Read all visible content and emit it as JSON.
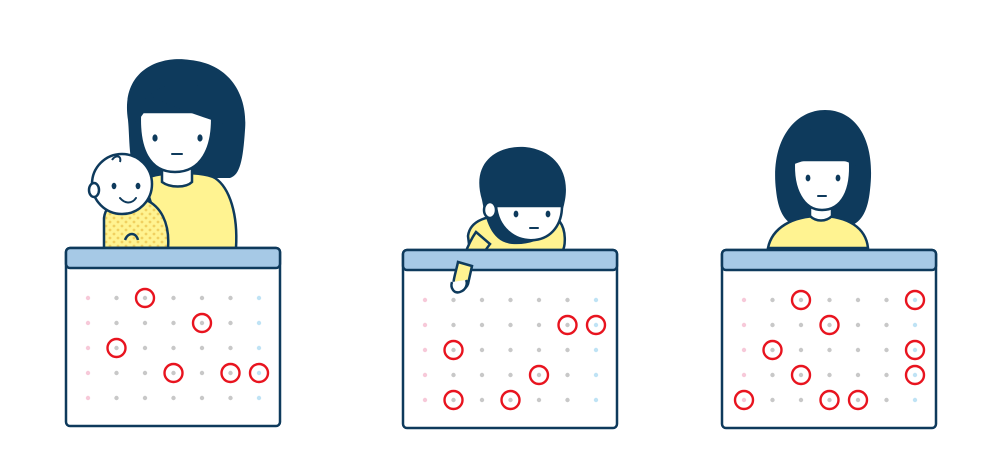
{
  "colors": {
    "outline": "#0e3a5c",
    "hair": "#0e3a5c",
    "skin": "#ffffff",
    "shirt": "#fff391",
    "baby_suit": "#fff391",
    "baby_dots": "#f0d060",
    "calendar_header": "#a6c9e6",
    "calendar_body": "#ffffff",
    "circle_mark": "#e8141f",
    "dot_gray": "#c8c8c8",
    "dot_pink": "#f7c9d9",
    "dot_blue": "#bfe3f5"
  },
  "scenes": [
    {
      "figure": "mother-with-baby",
      "calendar_rows": 5,
      "calendar_cols": 7,
      "marks": [
        [
          0,
          2
        ],
        [
          1,
          4
        ],
        [
          2,
          1
        ],
        [
          3,
          3
        ],
        [
          3,
          5
        ],
        [
          3,
          6
        ]
      ]
    },
    {
      "figure": "boy-peeking",
      "calendar_rows": 5,
      "calendar_cols": 7,
      "marks": [
        [
          1,
          5
        ],
        [
          1,
          6
        ],
        [
          2,
          1
        ],
        [
          3,
          4
        ],
        [
          4,
          1
        ],
        [
          4,
          3
        ]
      ]
    },
    {
      "figure": "girl",
      "calendar_rows": 5,
      "calendar_cols": 7,
      "marks": [
        [
          0,
          2
        ],
        [
          0,
          6
        ],
        [
          1,
          3
        ],
        [
          2,
          1
        ],
        [
          2,
          6
        ],
        [
          3,
          2
        ],
        [
          3,
          6
        ],
        [
          4,
          0
        ],
        [
          4,
          3
        ],
        [
          4,
          4
        ]
      ]
    }
  ]
}
